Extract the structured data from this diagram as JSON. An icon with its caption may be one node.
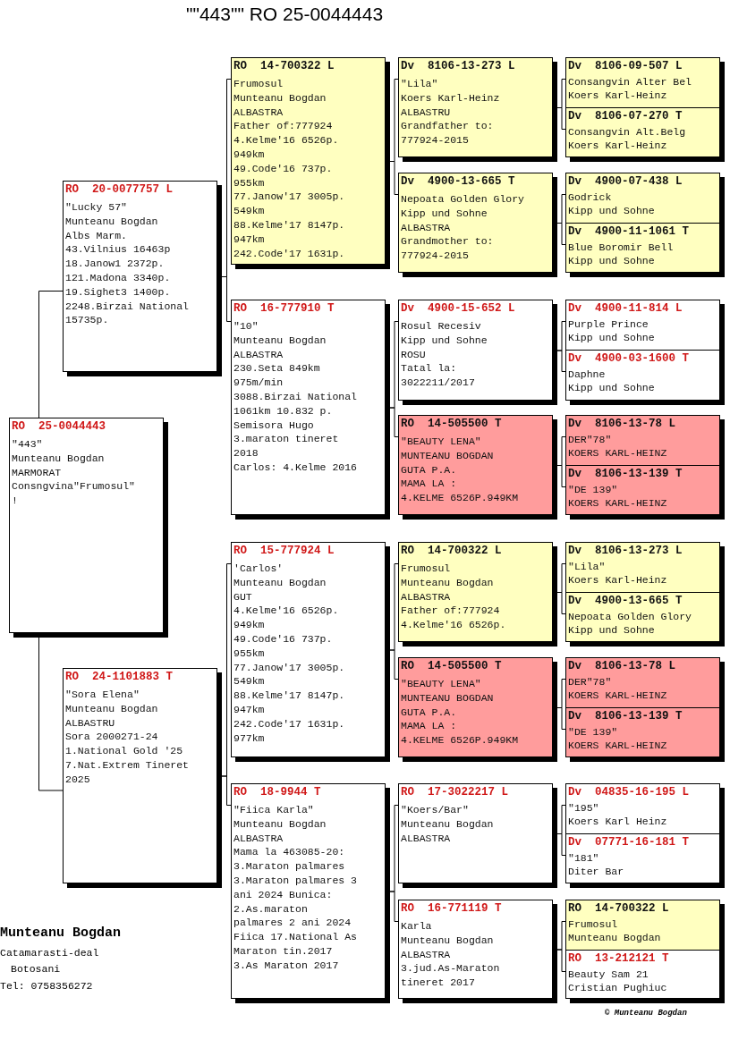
{
  "diagram": {
    "title": "\"\"443\"\" RO 25-0044443",
    "nodes": [
      {
        "text": [
          "RO  25-0044443",
          "\"443\"",
          "Munteanu Bogdan",
          "MARMORAT",
          "Consngvina\"Frumosul\"",
          "!"
        ]
      },
      {
        "text": [
          "RO  20-0077757 L",
          "\"Lucky 57\"",
          "Munteanu Bogdan",
          "Albs Marm.",
          "43.Vilnius 16463p",
          "18.Janow1 2372p.",
          "121.Madona 3340p.",
          "19.Sighet3 1400p.",
          "2248.Birzai National",
          "15735p."
        ]
      },
      {
        "text": [
          "RO  24-1101883 T",
          "\"Sora Elena\"",
          "Munteanu Bogdan",
          "ALBASTRU",
          "Sora 2000271-24",
          "1.National Gold '25",
          "7.Nat.Extrem Tineret",
          "2025"
        ]
      },
      {
        "text": [
          "RO  14-700322 L",
          "Frumosul",
          "Munteanu Bogdan",
          "ALBASTRA",
          "Father of:777924",
          "4.Kelme'16 6526p.",
          "949km",
          "49.Code'16 737p.",
          "955km",
          "77.Janow'17 3005p.",
          "549km",
          "88.Kelme'17 8147p.",
          "947km",
          "242.Code'17 1631p."
        ]
      },
      {
        "text": [
          "RO  16-777910 T",
          "\"10\"",
          "Munteanu Bogdan",
          "ALBASTRA",
          "230.Seta 849km",
          "975m/min",
          "3088.Birzai National",
          "1061km 10.832 p.",
          "Semisora Hugo",
          "3.maraton tineret",
          "2018",
          "Carlos: 4.Kelme 2016"
        ]
      },
      {
        "text": [
          "RO  15-777924 L",
          "'Carlos'",
          "Munteanu Bogdan",
          "GUT",
          "4.Kelme'16 6526p.",
          "949km",
          "49.Code'16 737p.",
          "955km",
          "77.Janow'17 3005p.",
          "549km",
          "88.Kelme'17 8147p.",
          "947km",
          "242.Code'17 1631p.",
          "977km"
        ]
      },
      {
        "text": [
          "RO  18-9944 T",
          "\"Fiica Karla\"",
          "Munteanu Bogdan",
          "ALBASTRA",
          "Mama la 463085-20:",
          "3.Maraton palmares",
          "3.Maraton palmares 3",
          "ani 2024 Bunica:",
          "2.As.maraton",
          "palmares 2 ani 2024",
          "Fiica 17.National As",
          "Maraton tin.2017",
          "3.As Maraton 2017"
        ]
      },
      {
        "text": [
          "Dv  8106-13-273 L",
          "\"Lila\"",
          "Koers Karl-Heinz",
          "ALBASTRU",
          "Grandfather to:",
          "777924-2015"
        ]
      },
      {
        "text": [
          "Dv  4900-13-665 T",
          "Nepoata Golden Glory",
          "Kipp und Sohne",
          "ALBASTRA",
          "Grandmother to:",
          "777924-2015"
        ]
      },
      {
        "text": [
          "Dv  4900-15-652 L",
          "Rosul Recesiv",
          "Kipp und Sohne",
          "ROSU",
          "Tatal la:",
          "3022211/2017"
        ]
      },
      {
        "text": [
          "RO  14-505500 T",
          "\"BEAUTY LENA\"",
          "MUNTEANU BOGDAN",
          "GUTA P.A.",
          "MAMA LA :",
          "4.KELME 6526P.949KM"
        ]
      },
      {
        "text": [
          "RO  14-700322 L",
          "Frumosul",
          "Munteanu Bogdan",
          "ALBASTRA",
          "Father of:777924",
          "4.Kelme'16 6526p."
        ]
      },
      {
        "text": [
          "RO  14-505500 T",
          "\"BEAUTY LENA\"",
          "MUNTEANU BOGDAN",
          "GUTA P.A.",
          "MAMA LA :",
          "4.KELME 6526P.949KM"
        ]
      },
      {
        "text": [
          "RO  17-3022217 L",
          "\"Koers/Bar\"",
          "Munteanu Bogdan",
          "ALBASTRA"
        ]
      },
      {
        "text": [
          "RO  16-771119 T",
          "Karla",
          "Munteanu Bogdan",
          "ALBASTRA",
          "3.jud.As-Maraton",
          "tineret 2017"
        ]
      },
      {
        "text": [
          "Dv  8106-09-507 L",
          "Consangvin Alter Bel",
          "Koers Karl-Heinz"
        ]
      },
      {
        "text": [
          "Dv  8106-07-270 T",
          "Consangvin Alt.Belg",
          "Koers Karl-Heinz"
        ]
      },
      {
        "text": [
          "Dv  4900-07-438 L",
          "Godrick",
          "Kipp und Sohne"
        ]
      },
      {
        "text": [
          "Dv  4900-11-1061 T",
          "Blue Boromir Bell",
          "Kipp und Sohne"
        ]
      },
      {
        "text": [
          "Dv  4900-11-814 L",
          "Purple Prince",
          "Kipp und Sohne"
        ]
      },
      {
        "text": [
          "Dv  4900-03-1600 T",
          "Daphne",
          "Kipp und Sohne"
        ]
      },
      {
        "text": [
          "Dv  8106-13-78 L",
          "DER\"78\"",
          "KOERS KARL-HEINZ"
        ]
      },
      {
        "text": [
          "Dv  8106-13-139 T",
          "\"DE 139\"",
          "KOERS KARL-HEINZ"
        ]
      },
      {
        "text": [
          "Dv  8106-13-273 L",
          "\"Lila\"",
          "Koers Karl-Heinz"
        ]
      },
      {
        "text": [
          "Dv  4900-13-665 T",
          "Nepoata Golden Glory",
          "Kipp und Sohne"
        ]
      },
      {
        "text": [
          "Dv  8106-13-78 L",
          "DER\"78\"",
          "KOERS KARL-HEINZ"
        ]
      },
      {
        "text": [
          "Dv  8106-13-139 T",
          "\"DE 139\"",
          "KOERS KARL-HEINZ"
        ]
      },
      {
        "text": [
          "Dv  04835-16-195 L",
          "\"195\"",
          "Koers Karl Heinz"
        ]
      },
      {
        "text": [
          "Dv  07771-16-181 T",
          "\"181\"",
          "Diter Bar"
        ]
      },
      {
        "text": [
          "RO  14-700322 L",
          "Frumosul",
          "Munteanu Bogdan"
        ]
      },
      {
        "text": [
          "RO  13-212121 T",
          "Beauty Sam 21",
          "Cristian Pughiuc"
        ]
      }
    ],
    "edges": [
      {
        "from": 0,
        "to": 1,
        "arrow": "none"
      },
      {
        "from": 0,
        "to": 2,
        "arrow": "none"
      },
      {
        "from": 1,
        "to": 3,
        "arrow": "none"
      },
      {
        "from": 1,
        "to": 4,
        "arrow": "none"
      },
      {
        "from": 2,
        "to": 5,
        "arrow": "none"
      },
      {
        "from": 2,
        "to": 6,
        "arrow": "none"
      },
      {
        "from": 3,
        "to": 7,
        "arrow": "none"
      },
      {
        "from": 3,
        "to": 8,
        "arrow": "none"
      },
      {
        "from": 4,
        "to": 9,
        "arrow": "none"
      },
      {
        "from": 4,
        "to": 10,
        "arrow": "none"
      },
      {
        "from": 5,
        "to": 11,
        "arrow": "none"
      },
      {
        "from": 5,
        "to": 12,
        "arrow": "none"
      },
      {
        "from": 6,
        "to": 13,
        "arrow": "none"
      },
      {
        "from": 6,
        "to": 14,
        "arrow": "none"
      },
      {
        "from": 7,
        "to": 15,
        "arrow": "none"
      },
      {
        "from": 7,
        "to": 16,
        "arrow": "none"
      },
      {
        "from": 8,
        "to": 17,
        "arrow": "none"
      },
      {
        "from": 8,
        "to": 18,
        "arrow": "none"
      },
      {
        "from": 9,
        "to": 19,
        "arrow": "none"
      },
      {
        "from": 9,
        "to": 20,
        "arrow": "none"
      },
      {
        "from": 10,
        "to": 21,
        "arrow": "none"
      },
      {
        "from": 10,
        "to": 22,
        "arrow": "none"
      },
      {
        "from": 11,
        "to": 23,
        "arrow": "none"
      },
      {
        "from": 11,
        "to": 24,
        "arrow": "none"
      },
      {
        "from": 12,
        "to": 25,
        "arrow": "none"
      },
      {
        "from": 12,
        "to": 26,
        "arrow": "none"
      },
      {
        "from": 13,
        "to": 27,
        "arrow": "none"
      },
      {
        "from": 13,
        "to": 28,
        "arrow": "none"
      },
      {
        "from": 14,
        "to": 29,
        "arrow": "none"
      },
      {
        "from": 14,
        "to": 30,
        "arrow": "none"
      }
    ],
    "labels": [
      "Munteanu Bogdan",
      "Catamarasti-deal",
      "Botosani",
      "Tel: 0758356272",
      "© Munteanu Bogdan"
    ]
  }
}
